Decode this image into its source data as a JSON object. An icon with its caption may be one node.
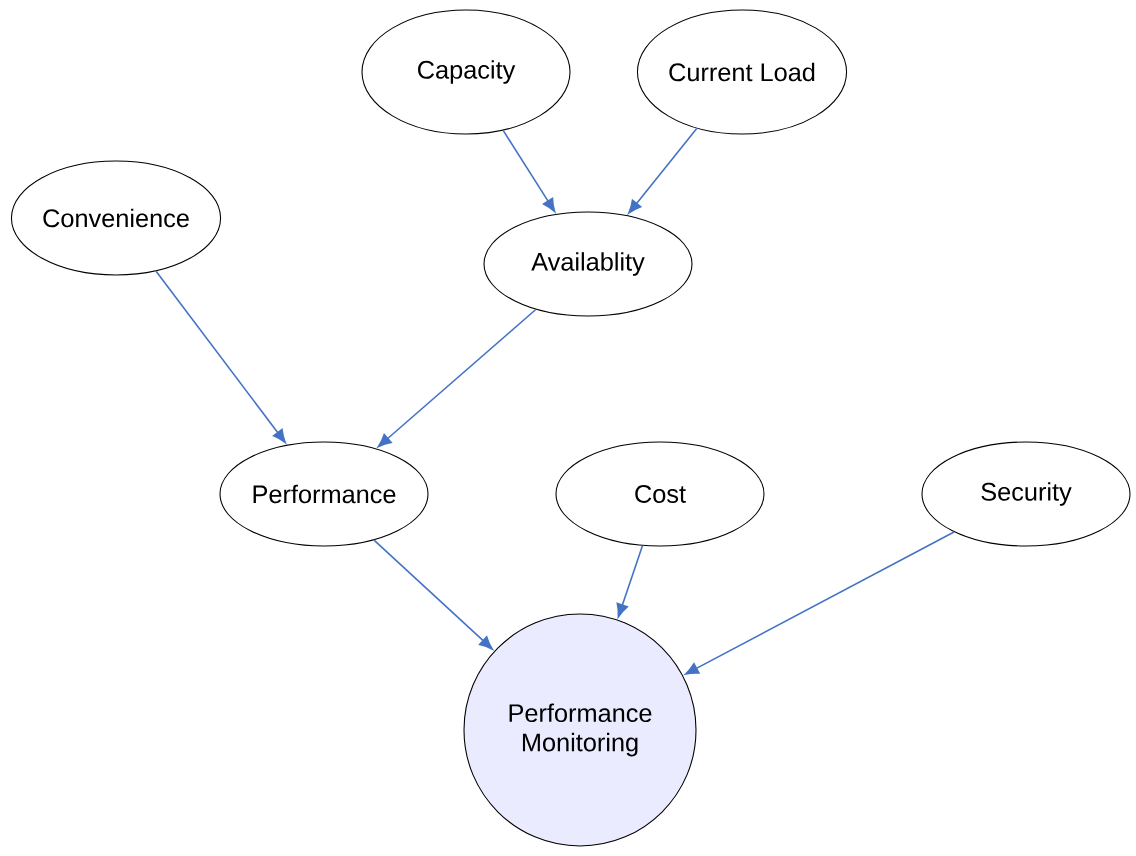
{
  "diagram": {
    "nodes": [
      {
        "text": [
          "Capacity"
        ]
      },
      {
        "text": [
          "Current Load"
        ]
      },
      {
        "text": [
          "Convenience"
        ]
      },
      {
        "text": [
          "Availablity"
        ]
      },
      {
        "text": [
          "Performance"
        ]
      },
      {
        "text": [
          "Cost"
        ]
      },
      {
        "text": [
          "Security"
        ]
      },
      {
        "text": [
          "Performance Monitoring"
        ]
      }
    ],
    "edges": [
      {
        "from": 0,
        "to": 3,
        "arrow": "to"
      },
      {
        "from": 1,
        "to": 3,
        "arrow": "to"
      },
      {
        "from": 2,
        "to": 4,
        "arrow": "to"
      },
      {
        "from": 3,
        "to": 4,
        "arrow": "to"
      },
      {
        "from": 4,
        "to": 7,
        "arrow": "to"
      },
      {
        "from": 5,
        "to": 7,
        "arrow": "to"
      },
      {
        "from": 6,
        "to": 7,
        "arrow": "to"
      }
    ]
  }
}
